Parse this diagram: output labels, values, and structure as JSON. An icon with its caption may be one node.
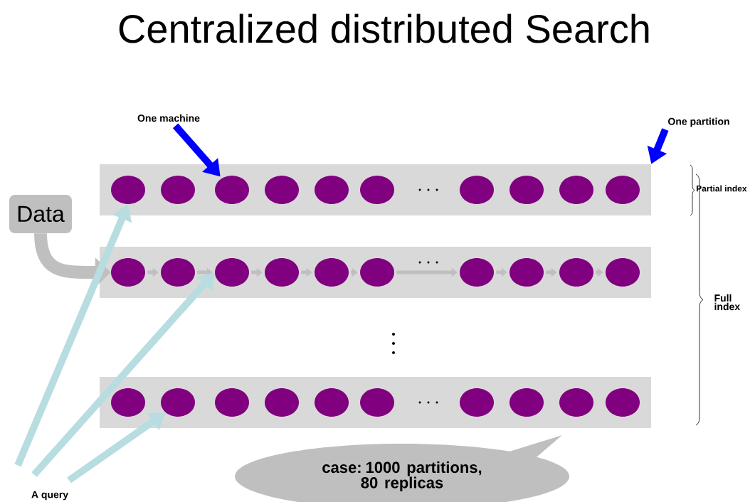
{
  "diagram": {
    "title": "Centralized distributed Search",
    "nodes": [
      {
        "text": [
          "Data"
        ]
      },
      {
        "text": [
          "One machine"
        ]
      },
      {
        "text": [
          "One partition"
        ]
      },
      {
        "text": [
          "A query"
        ]
      },
      {
        "text": [
          "case: 1000 partitions, 80 replicas"
        ]
      },
      {
        "text": [],
        "shape": "bar"
      },
      {
        "text": [],
        "shape": "bar"
      },
      {
        "text": [],
        "shape": "bar"
      },
      {
        "text": [],
        "shape": "ellipse",
        "in": 5
      },
      {
        "text": [],
        "shape": "ellipse",
        "in": 5
      },
      {
        "text": [],
        "shape": "ellipse",
        "in": 5
      },
      {
        "text": [],
        "shape": "ellipse",
        "in": 5
      },
      {
        "text": [],
        "shape": "ellipse",
        "in": 5
      },
      {
        "text": [],
        "shape": "ellipse",
        "in": 5
      },
      {
        "text": [],
        "shape": "ellipse",
        "in": 5
      },
      {
        "text": [],
        "shape": "ellipse",
        "in": 5
      },
      {
        "text": [],
        "shape": "ellipse",
        "in": 5
      },
      {
        "text": [],
        "shape": "ellipse",
        "in": 5
      },
      {
        "text": [],
        "shape": "ellipse",
        "in": 6
      },
      {
        "text": [],
        "shape": "ellipse",
        "in": 6
      },
      {
        "text": [],
        "shape": "ellipse",
        "in": 6
      },
      {
        "text": [],
        "shape": "ellipse",
        "in": 6
      },
      {
        "text": [],
        "shape": "ellipse",
        "in": 6
      },
      {
        "text": [],
        "shape": "ellipse",
        "in": 6
      },
      {
        "text": [],
        "shape": "ellipse",
        "in": 6
      },
      {
        "text": [],
        "shape": "ellipse",
        "in": 6
      },
      {
        "text": [],
        "shape": "ellipse",
        "in": 6
      },
      {
        "text": [],
        "shape": "ellipse",
        "in": 6
      },
      {
        "text": [],
        "shape": "ellipse",
        "in": 7
      },
      {
        "text": [],
        "shape": "ellipse",
        "in": 7
      },
      {
        "text": [],
        "shape": "ellipse",
        "in": 7
      },
      {
        "text": [],
        "shape": "ellipse",
        "in": 7
      },
      {
        "text": [],
        "shape": "ellipse",
        "in": 7
      },
      {
        "text": [],
        "shape": "ellipse",
        "in": 7
      },
      {
        "text": [],
        "shape": "ellipse",
        "in": 7
      },
      {
        "text": [],
        "shape": "ellipse",
        "in": 7
      },
      {
        "text": [],
        "shape": "ellipse",
        "in": 7
      },
      {
        "text": [],
        "shape": "ellipse",
        "in": 7
      }
    ],
    "edges": [
      {
        "from": 1,
        "to": 10,
        "arrow": "to",
        "style": "thick",
        "color": "#0000ff"
      },
      {
        "from": 2,
        "to": 5,
        "arrow": "to",
        "style": "thick",
        "color": "#0000ff"
      },
      {
        "from": 0,
        "to": 18,
        "arrow": "to",
        "style": "thick"
      },
      {
        "from": 18,
        "to": 19,
        "arrow": "to"
      },
      {
        "from": 19,
        "to": 20,
        "arrow": "to"
      },
      {
        "from": 20,
        "to": 21,
        "arrow": "to"
      },
      {
        "from": 21,
        "to": 22,
        "arrow": "to"
      },
      {
        "from": 22,
        "to": 23,
        "arrow": "to"
      },
      {
        "from": 23,
        "to": 24,
        "arrow": "to"
      },
      {
        "from": 24,
        "to": 25,
        "arrow": "to"
      },
      {
        "from": 25,
        "to": 26,
        "arrow": "to"
      },
      {
        "from": 26,
        "to": 27,
        "arrow": "to"
      },
      {
        "from": 3,
        "to": 8,
        "arrow": "to",
        "style": "thick",
        "color": "#b7dde1"
      },
      {
        "from": 3,
        "to": 20,
        "arrow": "to",
        "style": "thick",
        "color": "#b7dde1"
      },
      {
        "from": 3,
        "to": 29,
        "arrow": "to",
        "style": "thick",
        "color": "#b7dde1"
      }
    ],
    "labels": [
      "Partial index",
      "Full index"
    ]
  }
}
